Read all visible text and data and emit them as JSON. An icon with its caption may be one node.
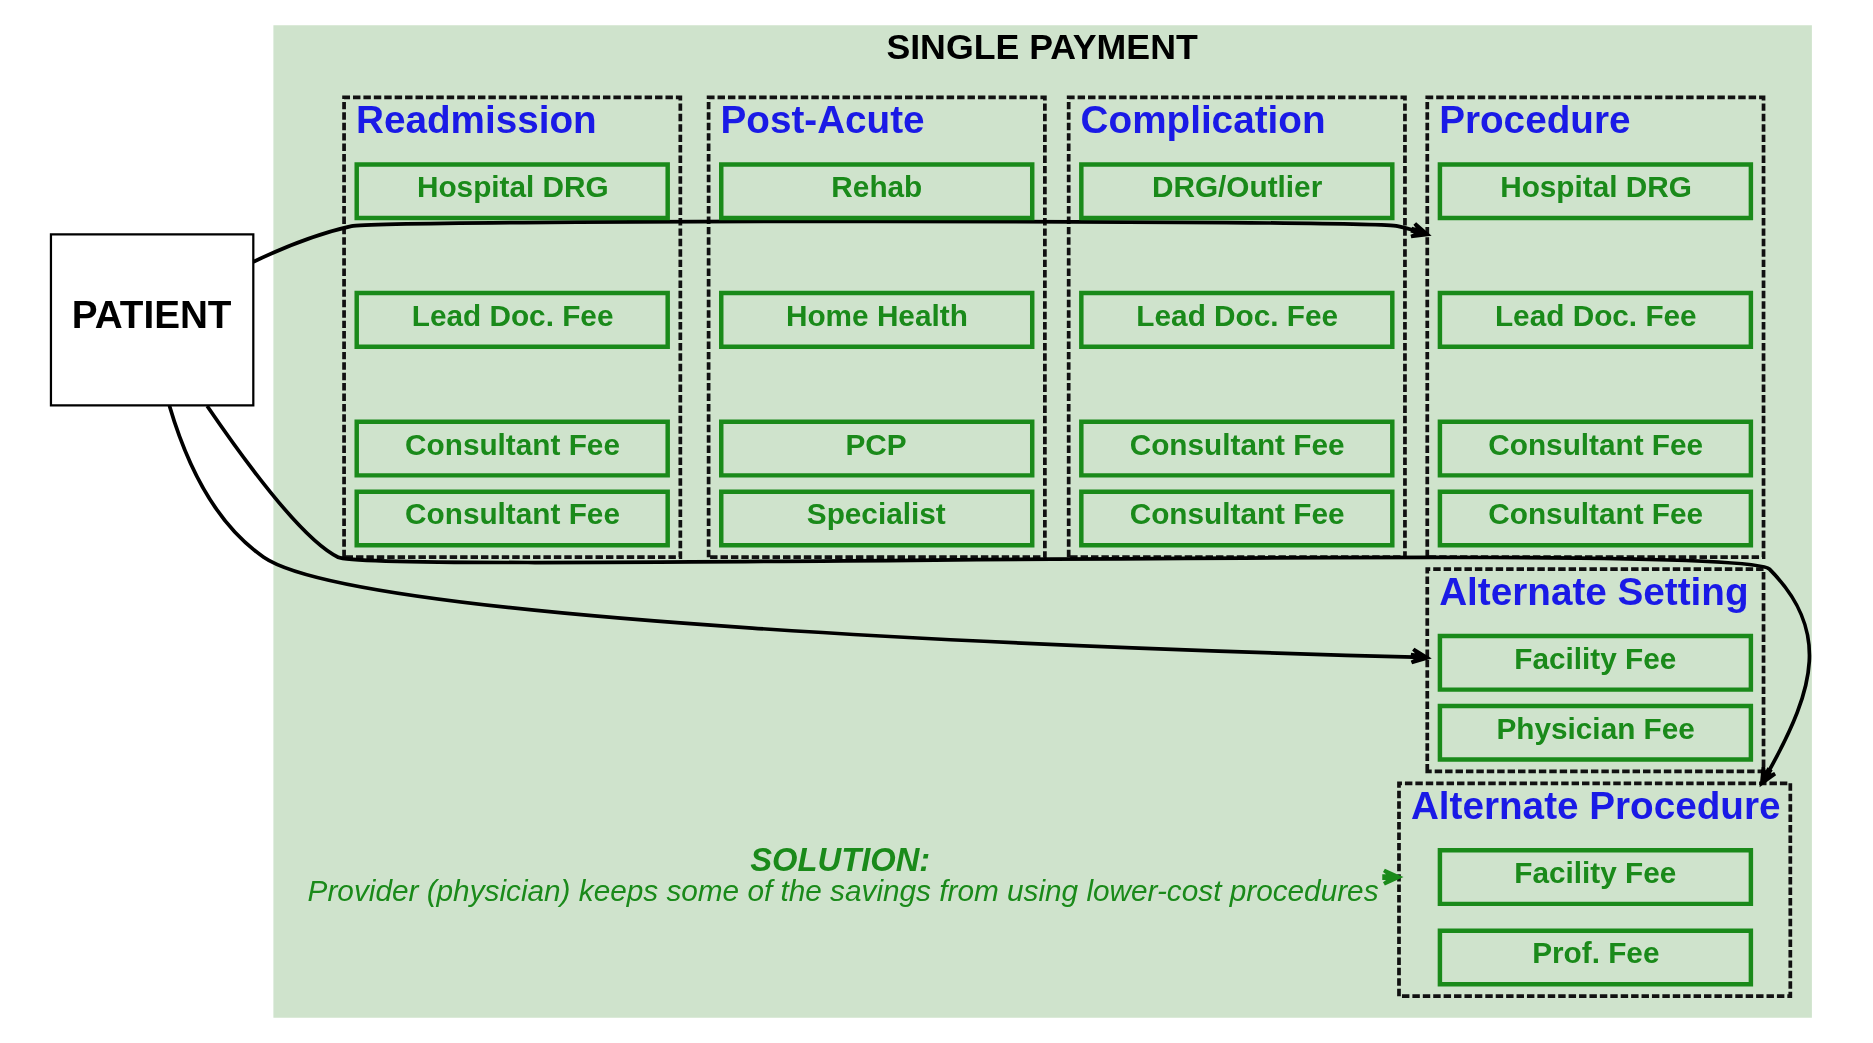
{
  "diagram": {
    "nodes": [
      {
        "text": [
          "PATIENT"
        ]
      },
      {
        "text": [
          "SINGLE PAYMENT"
        ]
      },
      {
        "text": [
          "Procedure"
        ],
        "in": 1
      },
      {
        "text": [
          "Hospital DRG"
        ],
        "in": 2
      },
      {
        "text": [
          "Lead Doc. Fee"
        ],
        "in": 2
      },
      {
        "text": [
          "Consultant Fee"
        ],
        "in": 2
      },
      {
        "text": [
          "Consultant Fee"
        ],
        "in": 2
      },
      {
        "text": [
          "Complication"
        ],
        "in": 1
      },
      {
        "text": [
          "DRG/Outlier"
        ],
        "in": 7
      },
      {
        "text": [
          "Lead Doc. Fee"
        ],
        "in": 7
      },
      {
        "text": [
          "Consultant Fee"
        ],
        "in": 7
      },
      {
        "text": [
          "Consultant Fee"
        ],
        "in": 7
      },
      {
        "text": [
          "Post-Acute"
        ],
        "in": 1
      },
      {
        "text": [
          "Rehab"
        ],
        "in": 12
      },
      {
        "text": [
          "Home Health"
        ],
        "in": 12
      },
      {
        "text": [
          "PCP"
        ],
        "in": 12
      },
      {
        "text": [
          "Specialist"
        ],
        "in": 12
      },
      {
        "text": [
          "Readmission"
        ],
        "in": 1
      },
      {
        "text": [
          "Hospital DRG"
        ],
        "in": 17
      },
      {
        "text": [
          "Lead Doc. Fee"
        ],
        "in": 17
      },
      {
        "text": [
          "Consultant Fee"
        ],
        "in": 17
      },
      {
        "text": [
          "Consultant Fee"
        ],
        "in": 17
      },
      {
        "text": [
          "Alternate Setting"
        ],
        "in": 1
      },
      {
        "text": [
          "Facility Fee"
        ],
        "in": 22
      },
      {
        "text": [
          "Physician Fee"
        ],
        "in": 22
      },
      {
        "text": [
          "Alternate Procedure"
        ],
        "in": 1
      },
      {
        "text": [
          "Facility Fee"
        ],
        "in": 25
      },
      {
        "text": [
          "Prof. Fee"
        ],
        "in": 25
      },
      {
        "text": [
          "SOLUTION:",
          "Provider (physician) keeps some of the savings from using lower-cost procedures"
        ],
        "in": 1
      }
    ],
    "edges": [
      {
        "from": 0,
        "to": 2,
        "arrow": "to"
      },
      {
        "from": 0,
        "to": 22,
        "arrow": "to"
      },
      {
        "from": 0,
        "to": 25,
        "arrow": "to"
      },
      {
        "from": 28,
        "to": 25,
        "arrow": "to",
        "color": "#1a8a1a"
      }
    ]
  }
}
